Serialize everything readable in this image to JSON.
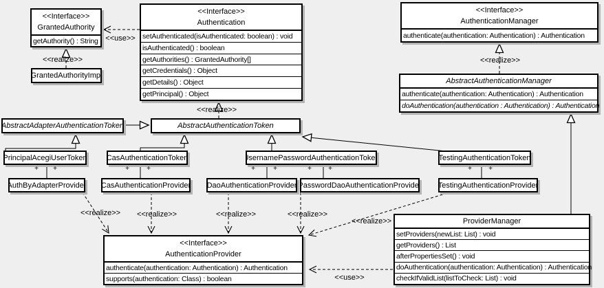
{
  "colors": {
    "background": "#efefef",
    "box_fill": "#ffffff",
    "line": "#000000",
    "shadow": "#b4b4b4"
  },
  "edge_labels": {
    "realize": "<<realize>>",
    "use": "<<use>>",
    "plus": "+"
  },
  "classes": {
    "granted_authority": {
      "stereotype": "<<Interface>>",
      "name": "GrantedAuthority",
      "methods": [
        "getAuthority() : String"
      ]
    },
    "granted_authority_impl": {
      "name": "GrantedAuthorityImpl"
    },
    "authentication": {
      "stereotype": "<<Interface>>",
      "name": "Authentication",
      "methods": [
        "setAuthenticated(isAuthenticated: boolean) : void",
        "isAuthenticated() : boolean",
        "getAuthorities() : GrantedAuthority[]",
        "getCredentials() : Object",
        "getDetails() : Object",
        "getPrincipal() : Object"
      ]
    },
    "authentication_manager": {
      "stereotype": "<<Interface>>",
      "name": "AuthenticationManager",
      "methods": [
        "authenticate(authentication: Authentication) : Authentication"
      ]
    },
    "abstract_authentication_manager": {
      "name": "AbstractAuthenticationManager",
      "methods": [
        "authenticate(authentication: Authentication) : Authentication",
        "doAuthentication(authentication : Authentication) : Authentication"
      ]
    },
    "abstract_adapter_authentication_token": {
      "name": "AbstractAdapterAuthenticationToken"
    },
    "abstract_authentication_token": {
      "name": "AbstractAuthenticationToken"
    },
    "principal_acegi_user_token": {
      "name": "PrincipalAcegiUserToken"
    },
    "cas_authentication_token": {
      "name": "CasAuthenticationToken"
    },
    "username_password_authentication_token": {
      "name": "UsernamePasswordAuthenticationToken"
    },
    "testing_authentication_token": {
      "name": "TestingAuthenticationToken"
    },
    "auth_by_adapter_provider": {
      "name": "AuthByAdapterProvider"
    },
    "cas_authentication_provider": {
      "name": "CasAuthenticationProvider"
    },
    "dao_authentication_provider": {
      "name": "DaoAuthenticationProvider"
    },
    "password_dao_authentication_provider": {
      "name": "PasswordDaoAuthenticationProvider"
    },
    "testing_authentication_provider": {
      "name": "TestingAuthenticationProvider"
    },
    "authentication_provider": {
      "stereotype": "<<Interface>>",
      "name": "AuthenticationProvider",
      "methods": [
        "authenticate(authentication: Authentication) : Authentication",
        "supports(authentication: Class) : boolean"
      ]
    },
    "provider_manager": {
      "name": "ProviderManager",
      "methods": [
        "setProviders(newList: List) : void",
        "getProviders() : List",
        "afterPropertiesSet() : void",
        "doAuthentication(authentication: Authentication) : Authentication",
        "checkIfValidList(listToCheck: List) : void"
      ]
    }
  }
}
